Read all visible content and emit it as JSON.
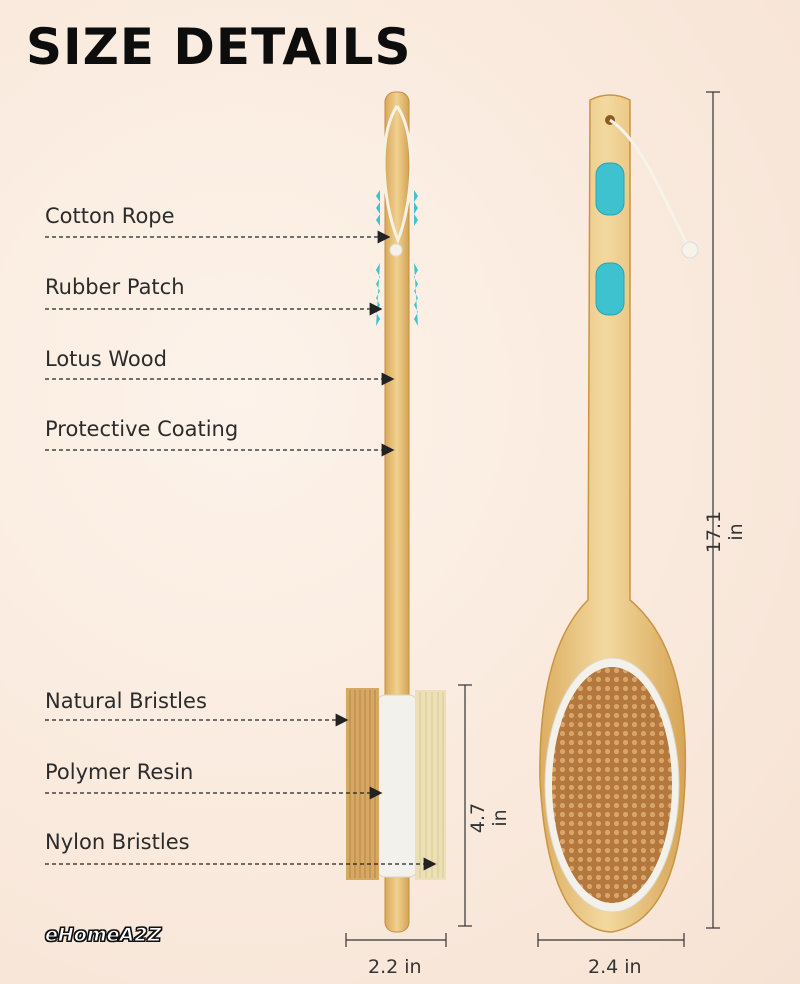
{
  "title": "SIZE DETAILS",
  "labels": {
    "cotton_rope": "Cotton Rope",
    "rubber_patch": "Rubber Patch",
    "lotus_wood": "Lotus Wood",
    "protective_coating": "Protective Coating",
    "natural_bristles": "Natural Bristles",
    "polymer_resin": "Polymer Resin",
    "nylon_bristles": "Nylon Bristles"
  },
  "dimensions": {
    "total_length": "17.1 in",
    "head_length": "4.7 in",
    "side_width": "2.2 in",
    "front_width": "2.4 in"
  },
  "brand": "eHomeA2Z",
  "colors": {
    "wood": "#e8c37a",
    "rubber": "#3fc2cf",
    "bristle_natural": "#c99358",
    "bristle_nylon": "#efe2b8"
  }
}
